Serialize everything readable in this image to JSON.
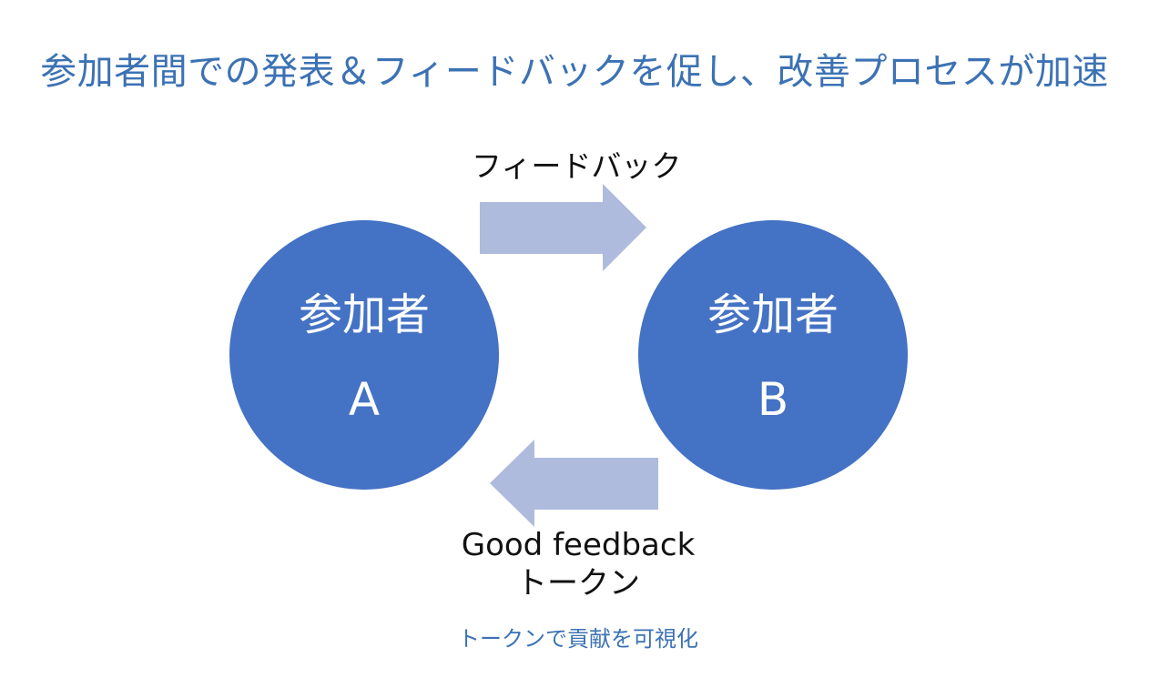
{
  "title": "参加者間での発表＆フィードバックを促し、改善プロセスが加速",
  "participants": [
    {
      "role": "参加者",
      "id": "A"
    },
    {
      "role": "参加者",
      "id": "B"
    }
  ],
  "arrow_top_label": "フィードバック",
  "arrow_bottom_label_line1": "Good feedback",
  "arrow_bottom_label_line2": "トークン",
  "caption": "トークンで貢献を可視化",
  "colors": {
    "title": "#3c72b4",
    "circle": "#4472c4",
    "arrow": "#aebbdc",
    "caption": "#3c72b4"
  }
}
